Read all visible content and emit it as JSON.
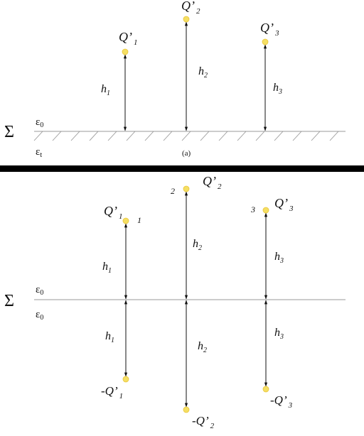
{
  "panel_a": {
    "sigma": "Σ",
    "eps_upper": "ε",
    "eps_upper_sub": "0",
    "eps_lower": "ε",
    "eps_lower_sub": "t",
    "caption": "(a)",
    "charges": [
      {
        "q": "Q",
        "prime": "’",
        "sub": "1",
        "h": "h",
        "h_sub": "1"
      },
      {
        "q": "Q",
        "prime": "’",
        "sub": "2",
        "h": "h",
        "h_sub": "2"
      },
      {
        "q": "Q",
        "prime": "’",
        "sub": "3",
        "h": "h",
        "h_sub": "3"
      }
    ]
  },
  "panel_b": {
    "sigma": "Σ",
    "eps_upper": "ε",
    "eps_upper_sub": "0",
    "eps_lower": "ε",
    "eps_lower_sub": "0",
    "charges": [
      {
        "index": "1",
        "q": "Q",
        "prime": "’",
        "sub": "1",
        "h": "h",
        "h_sub": "1",
        "image_q": "-Q",
        "image_prime": "’",
        "image_sub": "1"
      },
      {
        "index": "2",
        "q": "Q",
        "prime": "’",
        "sub": "2",
        "h": "h",
        "h_sub": "2",
        "image_q": "-Q",
        "image_prime": "’",
        "image_sub": "2"
      },
      {
        "index": "3",
        "q": "Q",
        "prime": "’",
        "sub": "3",
        "h": "h",
        "h_sub": "3",
        "image_q": "-Q",
        "image_prime": "’",
        "image_sub": "3"
      }
    ]
  },
  "colors": {
    "charge_fill": "#f5df63",
    "divider": "#000000"
  }
}
